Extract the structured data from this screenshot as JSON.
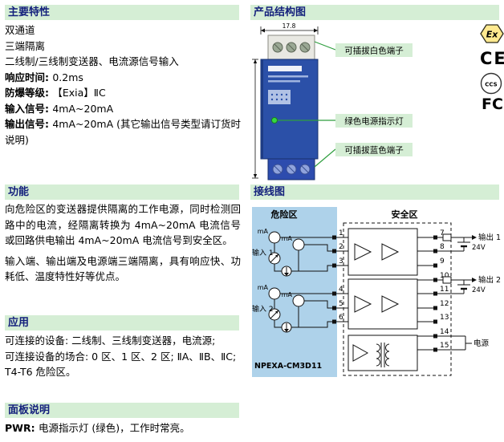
{
  "features": {
    "title": "主要特性",
    "lines": [
      {
        "label": "",
        "text": "双通道"
      },
      {
        "label": "",
        "text": "三端隔离"
      },
      {
        "label": "",
        "text": "二线制/三线制变送器、电流源信号输入"
      },
      {
        "label": "响应时间: ",
        "text": "0.2ms"
      },
      {
        "label": "防爆等级: ",
        "text": "【Exia】ⅡC"
      },
      {
        "label": "输入信号: ",
        "text": "4mA~20mA"
      },
      {
        "label": "输出信号: ",
        "text": "4mA~20mA (其它输出信号类型请订货时说明)"
      }
    ]
  },
  "function": {
    "title": "功能",
    "paragraphs": [
      "向危险区的变送器提供隔离的工作电源，同时检测回路中的电流，经隔离转换为 4mA~20mA 电流信号或回路供电输出 4mA~20mA 电流信号到安全区。",
      "输入端、输出端及电源端三端隔离，具有响应快、功耗低、温度特性好等优点。"
    ]
  },
  "application": {
    "title": "应用",
    "lines": [
      "可连接的设备: 二线制、三线制变送器，电流源;",
      "可连接设备的场合: 0 区、1 区、2 区; ⅡA、ⅡB、ⅡC; T4-T6 危险区。"
    ]
  },
  "panel": {
    "title": "面板说明",
    "label": "PWR: ",
    "text": "电源指示灯 (绿色)，工作时常亮。"
  },
  "structure": {
    "title": "产品结构图",
    "dimension_width": "17.8",
    "callout_white_terminal": "可插拔白色端子",
    "callout_green_led": "绿色电源指示灯",
    "callout_blue_terminal": "可插拔蓝色端子",
    "cert_ex": "Ex",
    "cert_ce": "CE",
    "cert_ccs": "CCS",
    "cert_fcc": "FC"
  },
  "wiring": {
    "title": "接线图",
    "hazardous_area": "危险区",
    "safe_area": "安全区",
    "model": "NPEXA-CM3D11",
    "ma_label": "mA",
    "input1_label": "输入 1",
    "input2_label": "输入 2",
    "output1_label": "输出 1",
    "output2_label": "输出 2",
    "supply_label": "电源",
    "v24_label": "24V",
    "terminals": [
      "1",
      "2",
      "3",
      "4",
      "5",
      "6",
      "7",
      "8",
      "9",
      "10",
      "11",
      "12",
      "13",
      "14",
      "15"
    ]
  }
}
